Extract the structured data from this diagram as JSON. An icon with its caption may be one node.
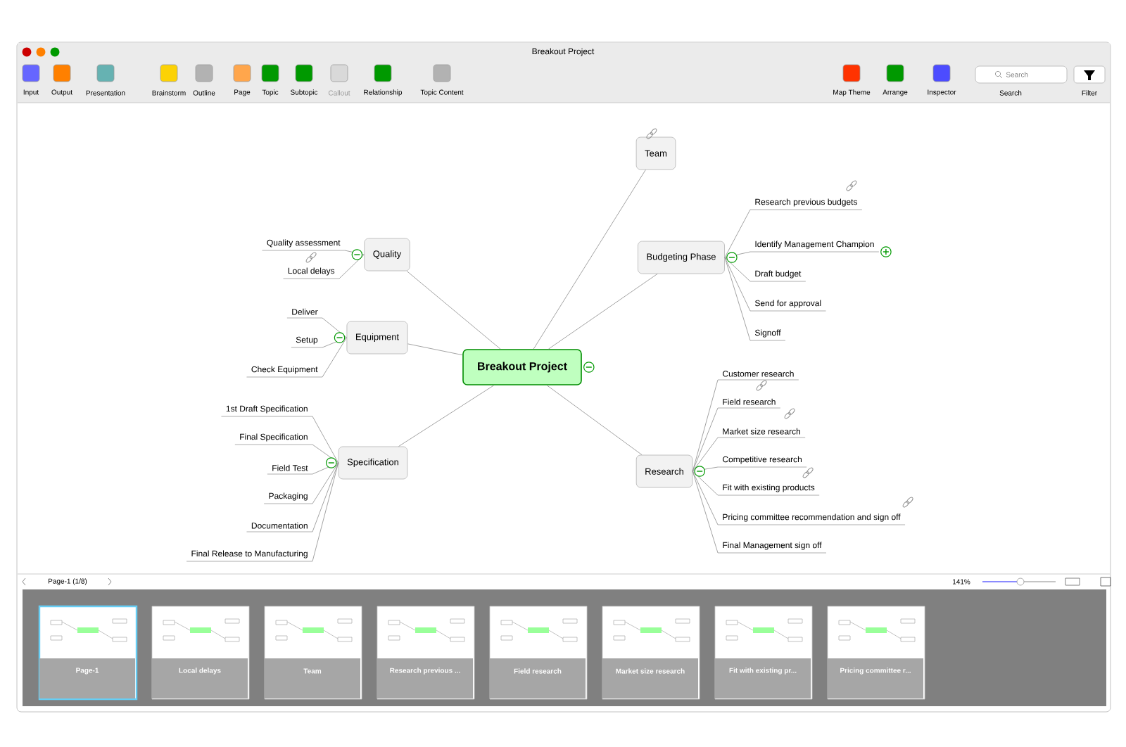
{
  "diagram": {
    "title": "Breakout Project",
    "nodes": [
      {
        "text": [
          "Breakout Project"
        ]
      },
      {
        "text": [
          "Team"
        ]
      },
      {
        "text": [
          "Budgeting Phase"
        ]
      },
      {
        "text": [
          "Research previous budgets"
        ]
      },
      {
        "text": [
          "Identify Management Champion"
        ]
      },
      {
        "text": [
          "Draft budget"
        ]
      },
      {
        "text": [
          "Send for approval"
        ]
      },
      {
        "text": [
          "Signoff"
        ]
      },
      {
        "text": [
          "Research"
        ]
      },
      {
        "text": [
          "Customer research"
        ]
      },
      {
        "text": [
          "Field research"
        ]
      },
      {
        "text": [
          "Market size research"
        ]
      },
      {
        "text": [
          "Competitive research"
        ]
      },
      {
        "text": [
          "Fit with existing products"
        ]
      },
      {
        "text": [
          "Pricing committee recommendation and sign off"
        ]
      },
      {
        "text": [
          "Final Management sign off"
        ]
      },
      {
        "text": [
          "Quality"
        ]
      },
      {
        "text": [
          "Quality assessment"
        ]
      },
      {
        "text": [
          "Local delays"
        ]
      },
      {
        "text": [
          "Equipment"
        ]
      },
      {
        "text": [
          "Deliver"
        ]
      },
      {
        "text": [
          "Setup"
        ]
      },
      {
        "text": [
          "Check Equipment"
        ]
      },
      {
        "text": [
          "Specification"
        ]
      },
      {
        "text": [
          "1st Draft Specification"
        ]
      },
      {
        "text": [
          "Final Specification"
        ]
      },
      {
        "text": [
          "Field Test"
        ]
      },
      {
        "text": [
          "Packaging"
        ]
      },
      {
        "text": [
          "Documentation"
        ]
      },
      {
        "text": [
          "Final Release to Manufacturing"
        ]
      }
    ],
    "edges": [
      {
        "from": 0,
        "to": 1,
        "arrow": "none"
      },
      {
        "from": 0,
        "to": 2,
        "arrow": "none"
      },
      {
        "from": 2,
        "to": 3,
        "arrow": "none"
      },
      {
        "from": 2,
        "to": 4,
        "arrow": "none"
      },
      {
        "from": 2,
        "to": 5,
        "arrow": "none"
      },
      {
        "from": 2,
        "to": 6,
        "arrow": "none"
      },
      {
        "from": 2,
        "to": 7,
        "arrow": "none"
      },
      {
        "from": 0,
        "to": 8,
        "arrow": "none"
      },
      {
        "from": 8,
        "to": 9,
        "arrow": "none"
      },
      {
        "from": 8,
        "to": 10,
        "arrow": "none"
      },
      {
        "from": 8,
        "to": 11,
        "arrow": "none"
      },
      {
        "from": 8,
        "to": 12,
        "arrow": "none"
      },
      {
        "from": 8,
        "to": 13,
        "arrow": "none"
      },
      {
        "from": 8,
        "to": 14,
        "arrow": "none"
      },
      {
        "from": 8,
        "to": 15,
        "arrow": "none"
      },
      {
        "from": 0,
        "to": 16,
        "arrow": "none"
      },
      {
        "from": 16,
        "to": 17,
        "arrow": "none"
      },
      {
        "from": 16,
        "to": 18,
        "arrow": "none"
      },
      {
        "from": 0,
        "to": 19,
        "arrow": "none"
      },
      {
        "from": 19,
        "to": 20,
        "arrow": "none"
      },
      {
        "from": 19,
        "to": 21,
        "arrow": "none"
      },
      {
        "from": 19,
        "to": 22,
        "arrow": "none"
      },
      {
        "from": 0,
        "to": 23,
        "arrow": "none"
      },
      {
        "from": 23,
        "to": 24,
        "arrow": "none"
      },
      {
        "from": 23,
        "to": 25,
        "arrow": "none"
      },
      {
        "from": 23,
        "to": 26,
        "arrow": "none"
      },
      {
        "from": 23,
        "to": 27,
        "arrow": "none"
      },
      {
        "from": 23,
        "to": 28,
        "arrow": "none"
      },
      {
        "from": 23,
        "to": 29,
        "arrow": "none"
      }
    ],
    "labels": [
      "Input",
      "Output",
      "Presentation",
      "Brainstorm",
      "Outline",
      "Page",
      "Topic",
      "Subtopic",
      "Callout",
      "Relationship",
      "Topic Content",
      "Map Theme",
      "Arrange",
      "Inspector",
      "Search",
      "Filter",
      "Search",
      "Page-1 (1/8)",
      "141%",
      "Page-1",
      "Local delays",
      "Team",
      "Research previous ...",
      "Field research",
      "Market size research",
      "Fit with existing pr...",
      "Pricing committee r..."
    ]
  }
}
